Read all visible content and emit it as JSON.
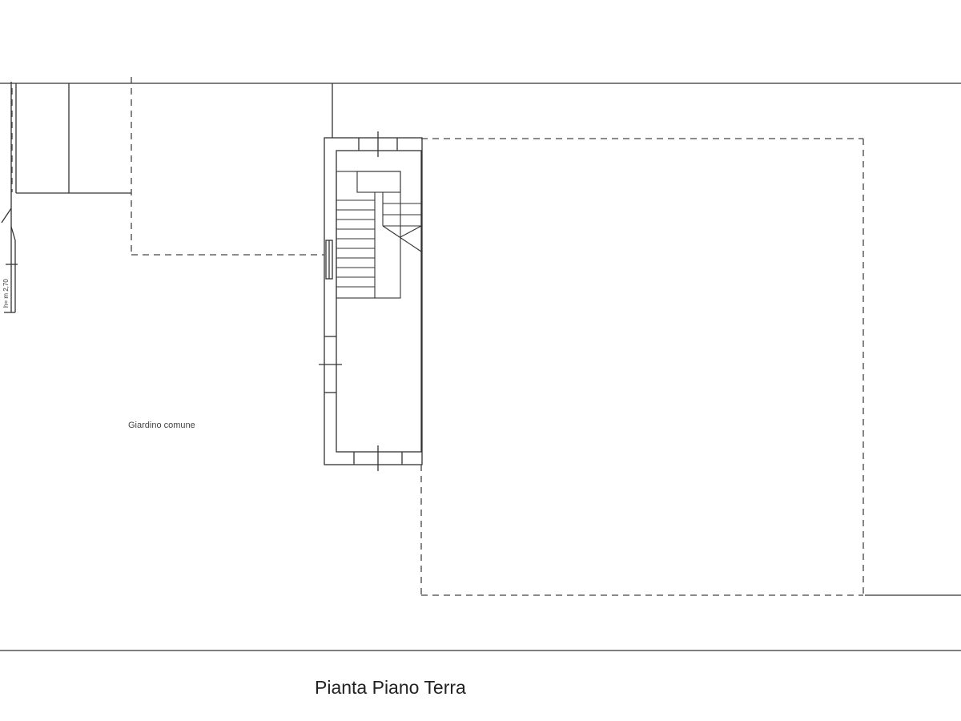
{
  "drawing": {
    "title": "Pianta Piano Terra",
    "area_label": "Giardino comune",
    "height_label": "h= m 2,70"
  },
  "colors": {
    "background": "#ffffff",
    "solid_line": "#333333",
    "dashed_line": "#444444",
    "text": "#222222"
  }
}
